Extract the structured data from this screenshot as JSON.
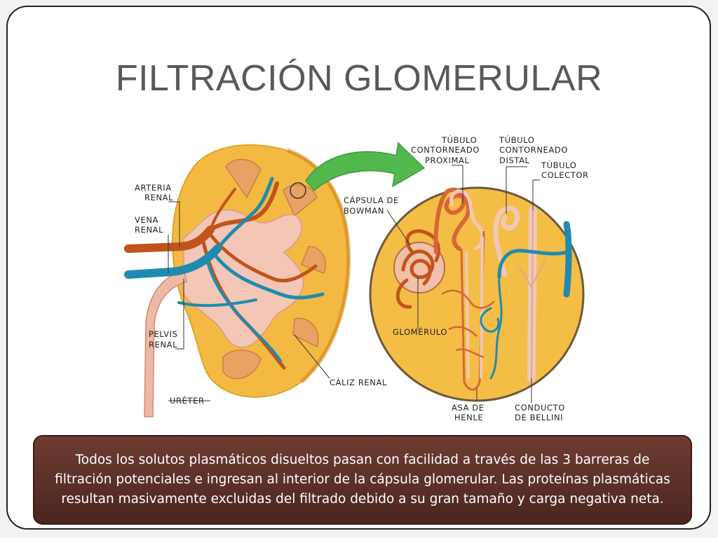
{
  "title": "FILTRACIÓN GLOMERULAR",
  "labels": {
    "arteria_renal": [
      "ARTERIA",
      "RENAL"
    ],
    "vena_renal": [
      "VENA",
      "RENAL"
    ],
    "pelvis_renal": [
      "PELVIS",
      "RENAL"
    ],
    "ureter": "URÉTER",
    "caliz_renal": "CÁLIZ RENAL",
    "tubulo_proximal": [
      "TÚBULO",
      "CONTORNEADO",
      "PROXIMAL"
    ],
    "tubulo_distal": [
      "TÚBULO",
      "CONTORNEADO",
      "DISTAL"
    ],
    "tubulo_colector": [
      "TÚBULO",
      "COLECTOR"
    ],
    "capsula_bowman": [
      "CÁPSULA DE",
      "BOWMAN"
    ],
    "glomerulo": "GLOMÉRULO",
    "asa_henle": [
      "ASA DE",
      "HENLE"
    ],
    "conducto_bellini": [
      "CONDUCTO",
      "DE BELLINI"
    ]
  },
  "caption": "Todos los solutos plasmáticos disueltos pasan con facilidad a través de las 3 barreras de filtración potenciales e ingresan al interior de la cápsula glomerular. Las proteínas plasmáticas resultan masivamente excluidas del filtrado debido a su gran tamaño y carga negativa neta.",
  "colors": {
    "kidney_cortex": "#f4b942",
    "medulla": "#f3c6b6",
    "artery": "#c1541c",
    "vein": "#1f8bb0",
    "arrow": "#52b84d",
    "caption_bg": "#5a2f28"
  }
}
